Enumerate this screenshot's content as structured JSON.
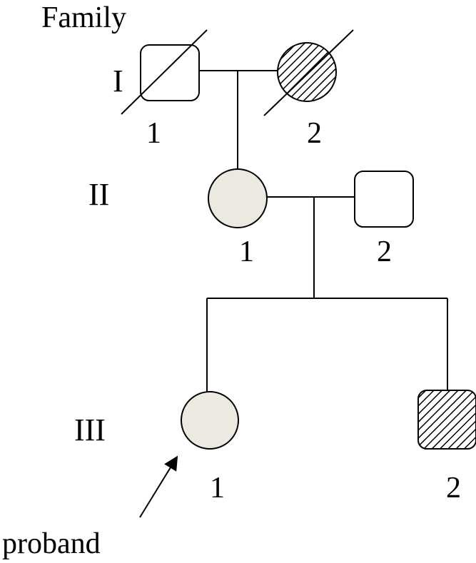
{
  "title": "Family",
  "generations": [
    {
      "roman": "I"
    },
    {
      "roman": "II"
    },
    {
      "roman": "III"
    }
  ],
  "individuals": [
    {
      "id": "I-1",
      "label": "1",
      "sex": "male",
      "status": "deceased",
      "affection": "unaffected"
    },
    {
      "id": "I-2",
      "label": "2",
      "sex": "female",
      "status": "deceased",
      "affection": "affected-hatched"
    },
    {
      "id": "II-1",
      "label": "1",
      "sex": "female",
      "status": "living",
      "affection": "shaded"
    },
    {
      "id": "II-2",
      "label": "2",
      "sex": "male",
      "status": "living",
      "affection": "unaffected"
    },
    {
      "id": "III-1",
      "label": "1",
      "sex": "female",
      "status": "living",
      "affection": "shaded",
      "proband": true
    },
    {
      "id": "III-2",
      "label": "2",
      "sex": "male",
      "status": "living",
      "affection": "affected-hatched"
    }
  ],
  "proband_label": "proband",
  "colors": {
    "shaded": "#ece9e1",
    "hatch": "#000000",
    "line": "#000000"
  }
}
